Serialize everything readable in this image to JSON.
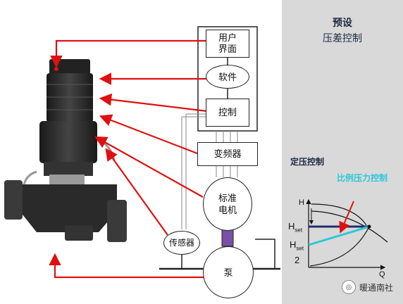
{
  "panel": {
    "title": "预设",
    "subtitle": "压差控制"
  },
  "blocks": {
    "user_interface": "用户\n界面",
    "software": "软件",
    "control": "控制",
    "inverter": "变频器",
    "motor": "标准\n电机",
    "sensor": "传感器",
    "pump": "泵"
  },
  "chart": {
    "constant_pressure_title": "定压控制",
    "proportional_title": "比例压力控制",
    "y_axis": "H",
    "x_axis": "Q",
    "h_set_label": "H",
    "h_set_sub": "set",
    "h_set_half_label": "H",
    "h_set_half_sub": "set",
    "h_set_half_denominator": "2"
  },
  "watermark": "暖通南社",
  "colors": {
    "arrow_red": "#e01010",
    "constant_line": "#1f2f6e",
    "proportional_line": "#2ec8d6",
    "proportional_title": "#2ec8d6",
    "panel_bg": "#d9d9d9",
    "coupling": "#7a4fa8"
  }
}
